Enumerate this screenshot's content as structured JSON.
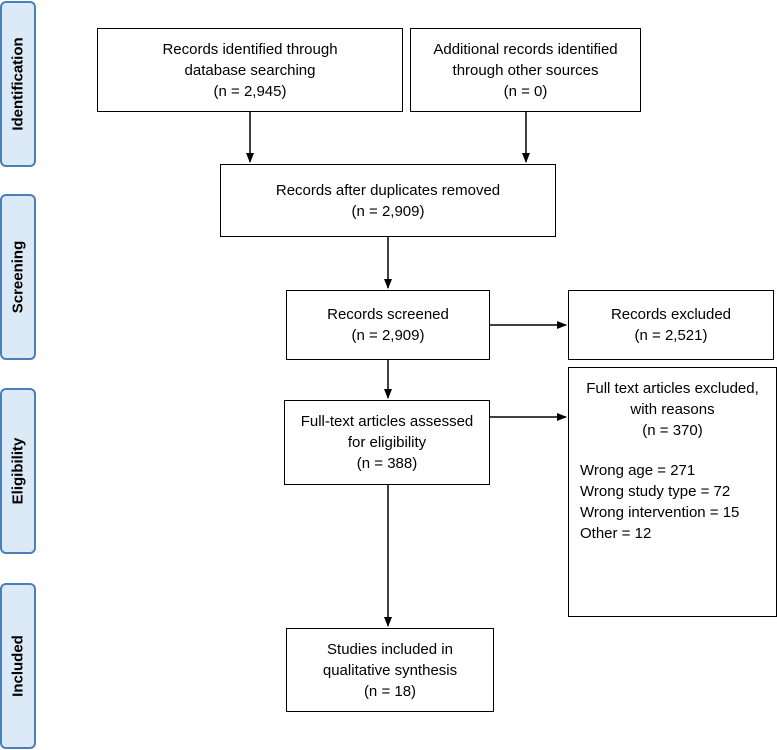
{
  "stages": {
    "identification": "Identification",
    "screening": "Screening",
    "eligibility": "Eligibility",
    "included": "Included"
  },
  "boxes": {
    "database_search": {
      "line1": "Records identified through",
      "line2": "database searching",
      "count": "(n = 2,945)"
    },
    "other_sources": {
      "line1": "Additional records identified",
      "line2": "through other sources",
      "count": "(n = 0)"
    },
    "after_duplicates": {
      "line1": "Records after duplicates removed",
      "count": "(n = 2,909)"
    },
    "screened": {
      "line1": "Records screened",
      "count": "(n = 2,909)"
    },
    "excluded": {
      "line1": "Records excluded",
      "count": "(n = 2,521)"
    },
    "full_text_assessed": {
      "line1": "Full-text articles assessed",
      "line2": "for eligibility",
      "count": "(n = 388)"
    },
    "full_text_excluded": {
      "line1": "Full text articles excluded,",
      "line2": "with reasons",
      "count": "(n = 370)",
      "reasons": [
        "Wrong age = 271",
        "Wrong study type = 72",
        "Wrong intervention = 15",
        "Other = 12"
      ]
    },
    "included_studies": {
      "line1": "Studies included in",
      "line2": "qualitative synthesis",
      "count": "(n = 18)"
    }
  }
}
